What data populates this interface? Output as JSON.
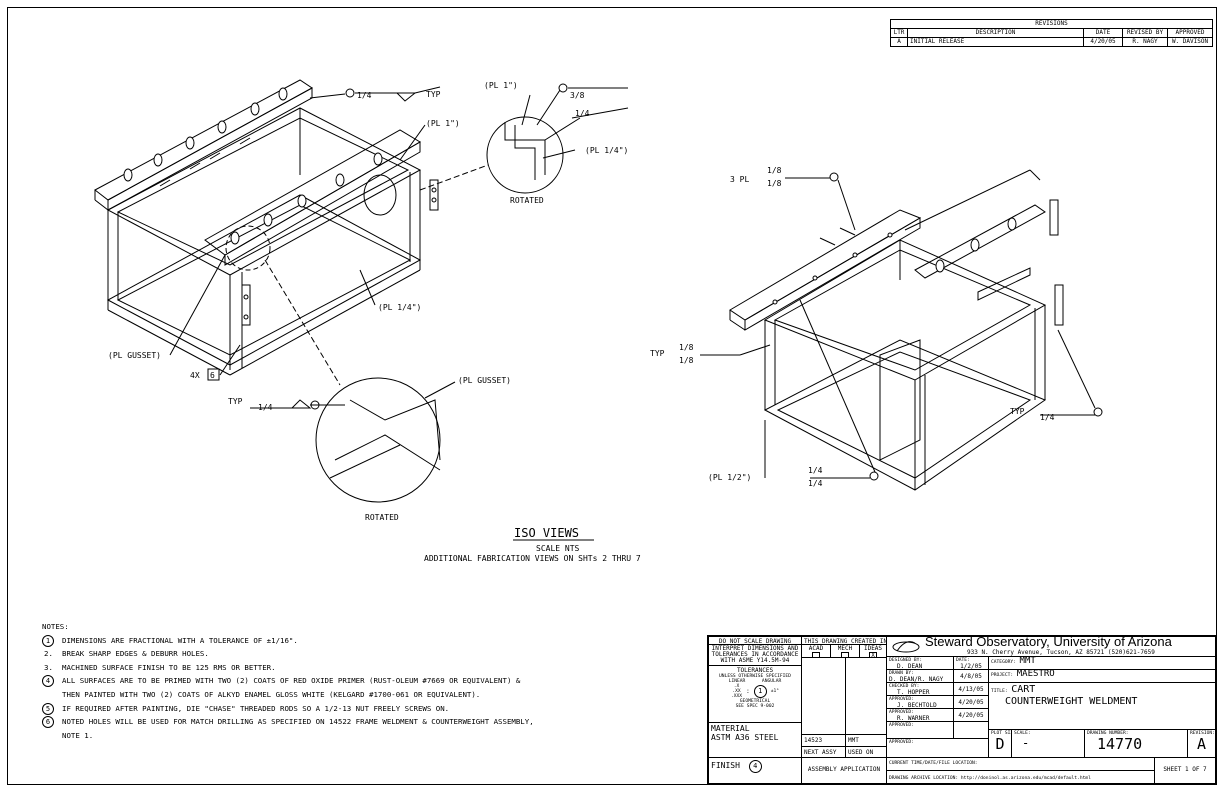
{
  "revisions": {
    "title": "REVISIONS",
    "headers": [
      "LTR",
      "DESCRIPTION",
      "DATE",
      "REVISED BY",
      "APPROVED"
    ],
    "rows": [
      [
        "A",
        "INITIAL RELEASE",
        "4/20/05",
        "R. NAGY",
        "W. DAVISON"
      ]
    ]
  },
  "drawing": {
    "left_callouts": {
      "weld_top": "1/4",
      "typ": "TYP",
      "pl1_a": "(PL 1\")",
      "pl1_b": "(PL 1\")",
      "weld_38": "3/8",
      "weld_14_detail": "1/4",
      "pl14_detail": "(PL 1/4\")",
      "rotated_1": "ROTATED",
      "pl14_main": "(PL 1/4\")",
      "pl_gusset": "(PL GUSSET)",
      "qty": "4X",
      "note_ref": "6",
      "typ2": "TYP",
      "weld_14_b": "1/4",
      "pl_gusset_detail": "(PL GUSSET)",
      "rotated_2": "ROTATED"
    },
    "right_callouts": {
      "pl3": "3 PL",
      "w18a": "1/8",
      "w18b": "1/8",
      "typ": "TYP",
      "w18c": "1/8",
      "w18d": "1/8",
      "pl12": "(PL 1/2\")",
      "w14a": "1/4",
      "w14b": "1/4",
      "typ2": "TYP",
      "w14c": "1/4"
    },
    "view_title": "ISO VIEWS",
    "scale": "SCALE NTS",
    "additional": "ADDITIONAL FABRICATION VIEWS ON SHTs 2 THRU 7"
  },
  "notes": {
    "heading": "NOTES:",
    "items": [
      {
        "n": "1",
        "circled": true,
        "text": "DIMENSIONS ARE FRACTIONAL WITH A TOLERANCE OF ±1/16\"."
      },
      {
        "n": "2.",
        "circled": false,
        "text": "BREAK SHARP EDGES & DEBURR HOLES."
      },
      {
        "n": "3.",
        "circled": false,
        "text": "MACHINED SURFACE FINISH TO BE 125 RMS OR BETTER."
      },
      {
        "n": "4",
        "circled": true,
        "text": "ALL SURFACES ARE TO BE PRIMED WITH TWO (2) COATS OF RED OXIDE PRIMER (RUST-OLEUM #7669 OR EQUIVALENT) &"
      },
      {
        "n": "",
        "circled": false,
        "text": "THEN PAINTED WITH TWO (2) COATS OF ALKYD ENAMEL GLOSS WHITE (KELGARD #1700-061 OR EQUIVALENT)."
      },
      {
        "n": "5",
        "circled": true,
        "text": "IF REQUIRED AFTER PAINTING, DIE \"CHASE\" THREADED RODS SO A 1/2-13 NUT FREELY SCREWS ON."
      },
      {
        "n": "6",
        "circled": true,
        "text": "NOTED HOLES WILL BE USED FOR MATCH DRILLING AS SPECIFIED ON 14522 FRAME WELDMENT & COUNTERWEIGHT ASSEMBLY,"
      },
      {
        "n": "",
        "circled": false,
        "text": "NOTE 1."
      }
    ]
  },
  "title_block": {
    "do_not_scale": "DO NOT SCALE DRAWING",
    "interpret_1": "INTERPRET DIMENSIONS AND",
    "interpret_2": "TOLERANCES IN ACCORDANCE",
    "interpret_3": "WITH ASME Y14.5M-94",
    "tolerances": "TOLERANCES",
    "unless": "UNLESS OTHERWISE SPECIFIED",
    "linear": "LINEAR",
    "angular": "ANGULAR",
    "tol_x": ".X",
    "tol_xx": ".XX",
    "tol_xxx": ".XXX",
    "tol_circle": "1",
    "tol_ang": "±1°",
    "geometrical": "GEOMETRICAL",
    "see_spec": "SEE SPEC 9-002",
    "material_label": "MATERIAL",
    "material": "ASTM A36 STEEL",
    "finish_label": "FINISH",
    "finish_ref": "4",
    "created_in": "THIS DRAWING CREATED IN:",
    "acad": "ACAD",
    "mech": "MECH",
    "ideas": "IDEAS",
    "ideas_mark": "X",
    "next_assy_num": "14523",
    "next_assy_code": "MMT",
    "next_assy": "NEXT ASSY",
    "used_on": "USED ON",
    "application": "ASSEMBLY APPLICATION",
    "org": "Steward Observatory, University of Arizona",
    "address": "933 N. Cherry Avenue, Tucson, AZ  85721  (520)621-7659",
    "designed_by_label": "DESIGNED BY:",
    "designed_by": "D. DEAN",
    "date_label": "DATE:",
    "designed_date": "1/2/05",
    "drawn_by_label": "DRAWN BY:",
    "drawn_by": "D. DEAN/R. NAGY",
    "drawn_date": "4/8/05",
    "checked_by_label": "CHECKED BY:",
    "checked_by": "T. HOPPER",
    "checked_date": "4/13/05",
    "approved_label": "APPROVED:",
    "approved_1": "J. BECHTOLD",
    "approved_1_date": "4/20/05",
    "approved_2": "R. WARNER",
    "approved_2_date": "4/20/05",
    "category_label": "CATEGORY:",
    "category": "MMT",
    "project_label": "PROJECT:",
    "project": "MAESTRO",
    "title_label": "TITLE:",
    "title_1": "CART",
    "title_2": "COUNTERWEIGHT WELDMENT",
    "plot_size_label": "PLOT SIZE",
    "plot_size": "D",
    "scale_label": "SCALE:",
    "scale": "-",
    "drawing_number_label": "DRAWING NUMBER:",
    "drawing_number": "14770",
    "revision_label": "REVISION:",
    "revision": "A",
    "current_time": "CURRENT TIME/DATE/FILE LOCATION:",
    "archive": "DRAWING ARCHIVE LOCATION: http://doninol.as.arizona.edu/mcad/default.html",
    "sheet": "SHEET 1 OF 7"
  }
}
